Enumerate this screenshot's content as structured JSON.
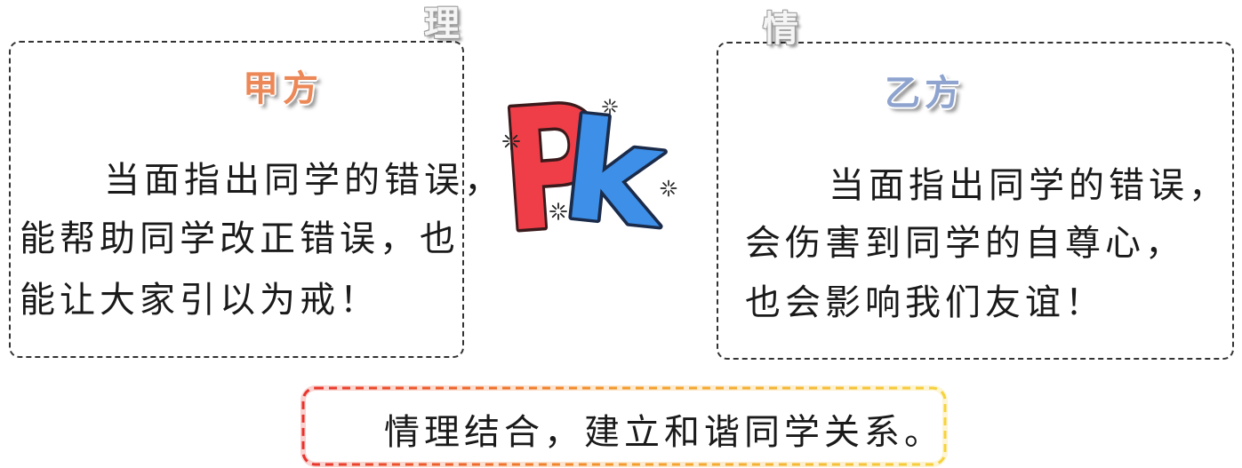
{
  "slide": {
    "top_labels": {
      "reason": "理",
      "emotion": "情"
    },
    "party_a": {
      "title": "甲方",
      "lines": [
        "当面指出同学的错误，",
        "能帮助同学改正错误，也",
        "能让大家引以为戒！"
      ]
    },
    "party_b": {
      "title": "乙方",
      "lines": [
        "当面指出同学的错误，",
        "会伤害到同学的自尊心，",
        "也会影响我们友谊！"
      ]
    },
    "pk_badge": {
      "letter_1": "P",
      "letter_2": "k",
      "decoration_icon": "burst-icon"
    },
    "conclusion": {
      "text": "情理结合，建立和谐同学关系。"
    }
  },
  "colors": {
    "text": "#1a1a1a",
    "box_border": "#333333",
    "party_a_title": "#ec8857",
    "party_b_title": "#8ea4cf",
    "pk_p": "#ef3e48",
    "pk_k": "#3d8fe8",
    "conclusion_border": [
      "#e8332c",
      "#f39b2c",
      "#f6d23c"
    ]
  }
}
